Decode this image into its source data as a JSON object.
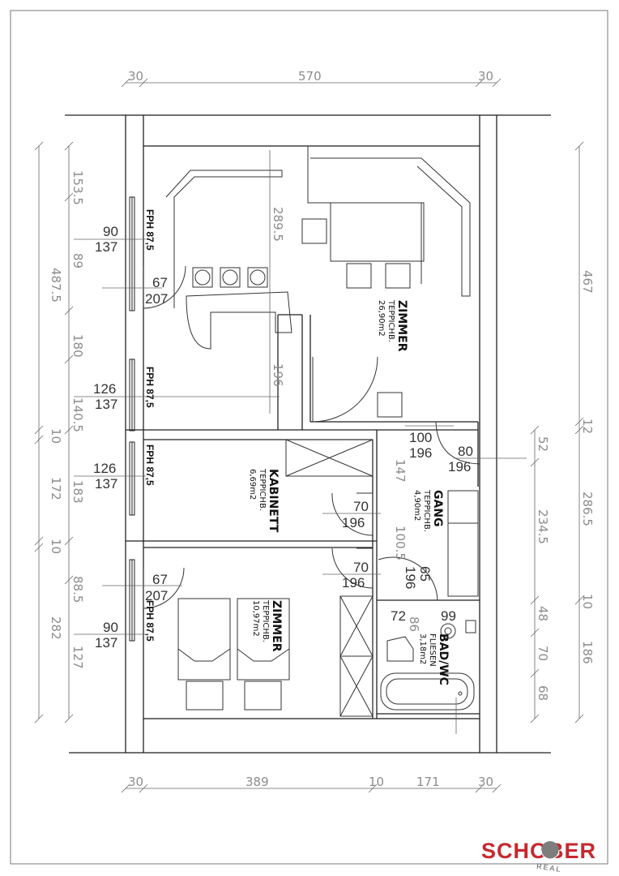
{
  "dimensions": {
    "top": [
      "30",
      "570",
      "30"
    ],
    "bottom": [
      "30",
      "389",
      "10",
      "171",
      "30"
    ],
    "left_outer": [
      "487.5",
      "10",
      "172",
      "10",
      "282"
    ],
    "left_inner": [
      "153.5",
      "89",
      "180",
      "140.5",
      "183",
      "88.5",
      "127"
    ],
    "right_outer": [
      "467",
      "12",
      "286.5",
      "10",
      "186"
    ],
    "right_inner": [
      "52",
      "234.5",
      "48",
      "70",
      "68"
    ],
    "interior": [
      "289.5",
      "196",
      "147",
      "100.5",
      "86"
    ]
  },
  "windows": [
    {
      "w": "90",
      "h": "137"
    },
    {
      "w": "126",
      "h": "137"
    },
    {
      "w": "126",
      "h": "137"
    },
    {
      "w": "90",
      "h": "137"
    }
  ],
  "fph_label": "FPH 87,5",
  "doors": [
    {
      "w": "67",
      "h": "207"
    },
    {
      "w": "100",
      "h": "196"
    },
    {
      "w": "80",
      "h": "196"
    },
    {
      "w": "70",
      "h": "196"
    },
    {
      "w": "70",
      "h": "196"
    },
    {
      "w": "67",
      "h": "207"
    },
    {
      "w": "65",
      "h": "196"
    },
    {
      "w": "72",
      "h": "99"
    }
  ],
  "rooms": [
    {
      "name": "ZIMMER",
      "floor": "TEPPICHB.",
      "area": "26,90m2"
    },
    {
      "name": "KABINETT",
      "floor": "TEPPICHB.",
      "area": "6,69m2"
    },
    {
      "name": "GANG",
      "floor": "TEPPICHB.",
      "area": "4,90m2"
    },
    {
      "name": "ZIMMER",
      "floor": "TEPPICHB.",
      "area": "10,97m2"
    },
    {
      "name": "BAD/WC",
      "floor": "FLIESEN",
      "area": "3,18m2"
    }
  ],
  "logo": {
    "text": "SCHOBER",
    "sub": "REAL",
    "color": "#c8272e"
  }
}
